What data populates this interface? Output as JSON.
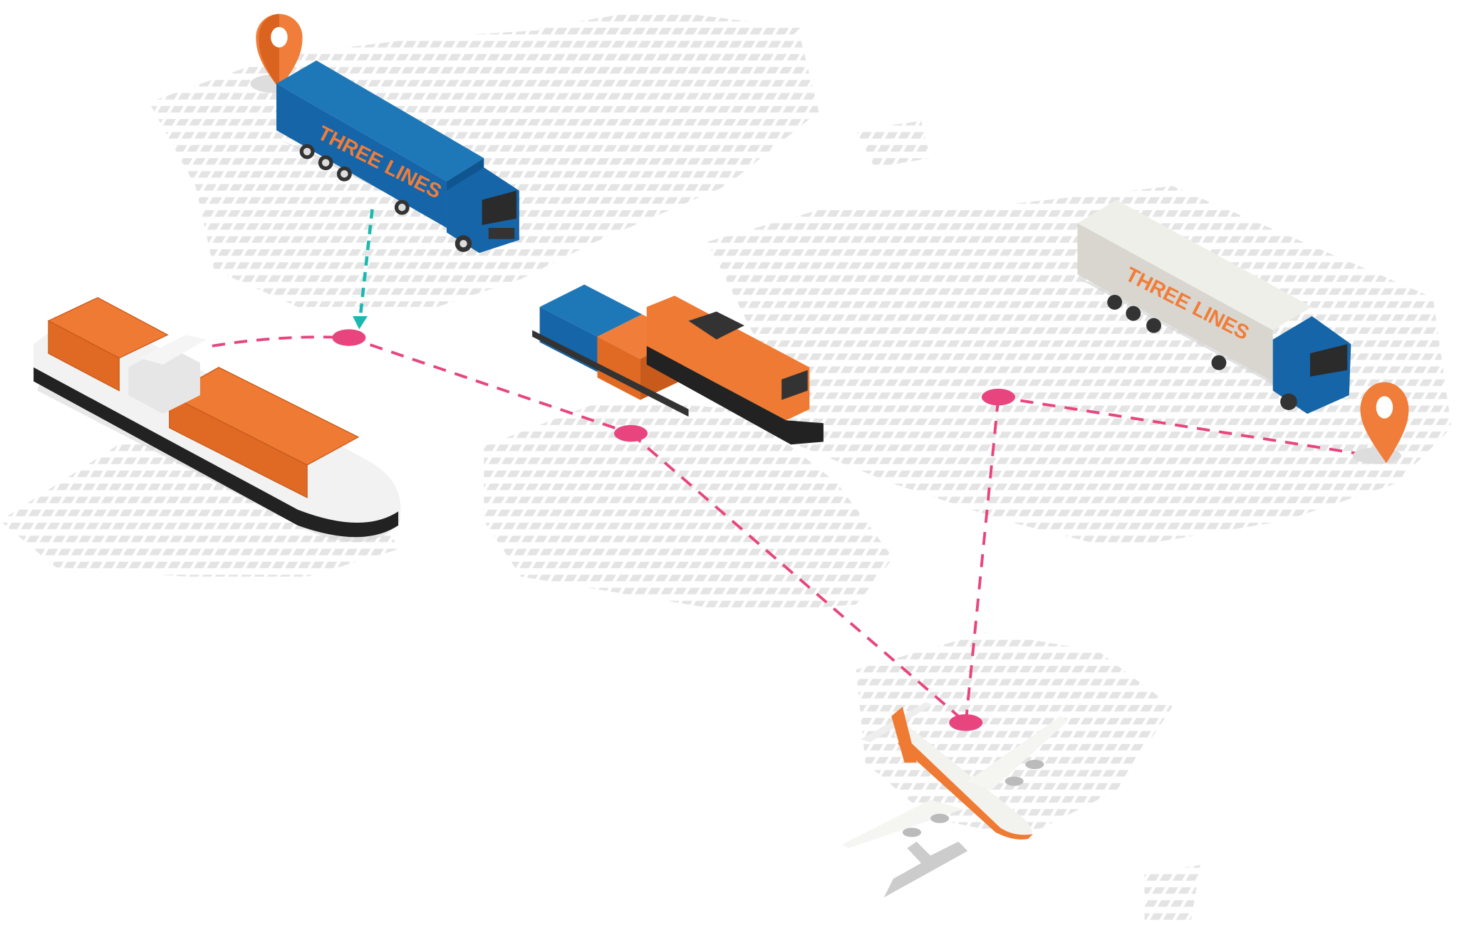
{
  "illustration": {
    "brand_logo_text": "THREE LINES",
    "colors": {
      "route": "#e8457f",
      "route_node": "#e8457f",
      "teal_arrow": "#1bb8b0",
      "pin": "#f07d3a",
      "truck_blue": "#1565a8",
      "container_orange": "#ee7a33",
      "map_dot": "#e4e4e4",
      "logo_orange": "#f07d3a",
      "logo_blue": "#2aa8e0"
    }
  },
  "vehicles": [
    {
      "type": "truck",
      "color": "blue",
      "logo": "THREE LINES"
    },
    {
      "type": "truck",
      "color": "white",
      "logo": "THREE LINES"
    },
    {
      "type": "ship"
    },
    {
      "type": "train"
    },
    {
      "type": "airplane"
    }
  ]
}
